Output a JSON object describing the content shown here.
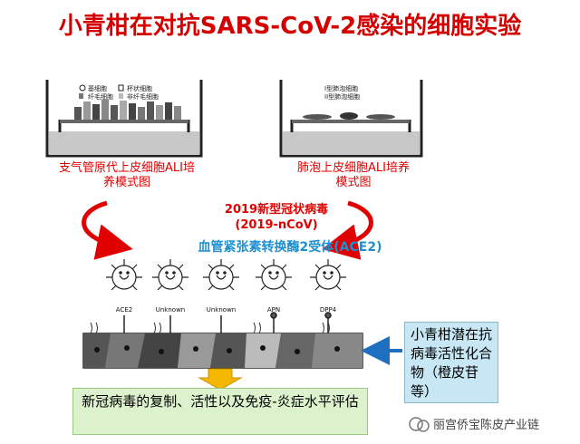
{
  "title": "小青柑在对抗SARS-CoV-2感染的细胞实验",
  "left_culture": {
    "caption": "支气管原代上皮细胞ALI培养模式图",
    "legend": [
      "基细胞",
      "杯状细胞",
      "纤毛细胞",
      "非纤毛细胞"
    ]
  },
  "right_culture": {
    "caption": "肺泡上皮细胞ALI培养模式图",
    "legend": [
      "I型肺泡细胞",
      "II型肺泡细胞"
    ]
  },
  "virus": {
    "name_cn": "2019新型冠状病毒",
    "name_en": "(2019-nCoV)"
  },
  "receptor": "血管紧张素转换酶2受体(ACE2)",
  "receptors": [
    "ACE2",
    "Unknown",
    "Unknown",
    "APN",
    "DPP4"
  ],
  "citrus_compound": "小青柑潜在抗病毒活性化合物（橙皮苷等）",
  "evaluation": "新冠病毒的复制、活性以及免疫-炎症水平评估",
  "watermark": "丽宫侨宝陈皮产业链",
  "colors": {
    "title": "#d40000",
    "caption": "#e00000",
    "receptor": "#1e8fd0",
    "citrus_box": "#c7e7f4",
    "result_box": "#dcf2cc",
    "arrow_orange": "#f5b800"
  }
}
